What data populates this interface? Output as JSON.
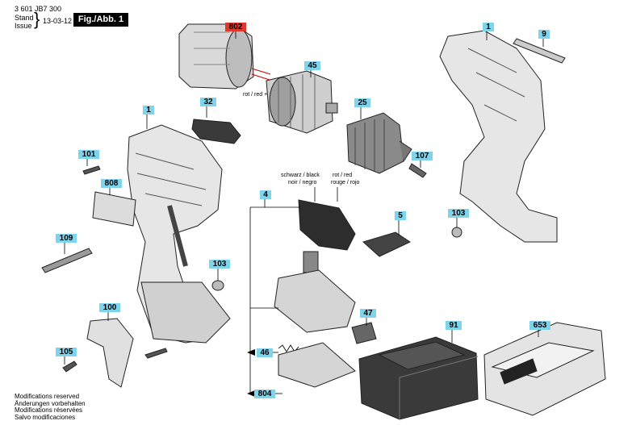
{
  "header": {
    "part_number": "3 601 JB7 300",
    "stand_label": "Stand",
    "issue_label": "Issue",
    "date": "13-03-12",
    "figure": "Fig./Abb. 1"
  },
  "parts": {
    "p802": "802",
    "p45": "45",
    "p1_top": "1",
    "p9": "9",
    "p32": "32",
    "p25": "25",
    "p1_left": "1",
    "p101": "101",
    "p107": "107",
    "p808": "808",
    "p4": "4",
    "p103_right": "103",
    "p5": "5",
    "p109": "109",
    "p103_left": "103",
    "p100": "100",
    "p47": "47",
    "p91": "91",
    "p653": "653",
    "p105": "105",
    "p46": "46",
    "p804": "804"
  },
  "wire_labels": {
    "motor": "rot / red +",
    "black_1": "schwarz / black",
    "black_2": "noir / negro",
    "red_1": "rot / red",
    "red_2": "rouge / rojo"
  },
  "footer": {
    "line1": "Modifications reserved",
    "line2": "Änderungen vorbehalten",
    "line3": "Modifications réservées",
    "line4": "Salvo modificaciones"
  },
  "colors": {
    "tag_blue": "#7fd3ea",
    "tag_red": "#e0382b"
  }
}
